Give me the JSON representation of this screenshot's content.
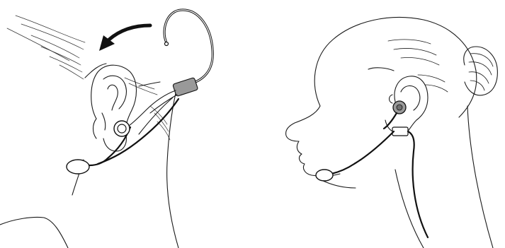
{
  "figure": {
    "panels": [
      {
        "id": "left-panel",
        "shows": [
          "ear",
          "ear-hook",
          "arrow",
          "earpiece",
          "cable",
          "microphone"
        ]
      },
      {
        "id": "right-panel",
        "shows": [
          "head-profile",
          "hair-bun",
          "earpiece",
          "cable",
          "clip",
          "microphone"
        ]
      }
    ]
  },
  "colors": {
    "line": "#1a1a1a",
    "sleeve": "#999999",
    "earpiece_fill": "#9a9a9a",
    "background": "#ffffff"
  }
}
